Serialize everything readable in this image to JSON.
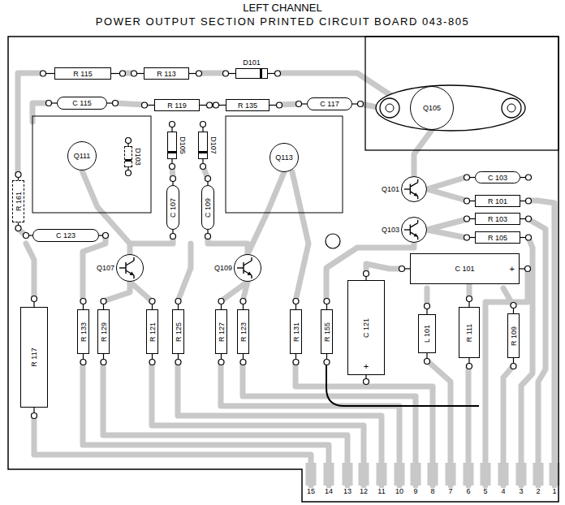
{
  "diagram": {
    "title": "LEFT CHANNEL",
    "nodes": [
      {
        "text": [
          "R 115"
        ]
      },
      {
        "text": [
          "R 113"
        ]
      },
      {
        "text": [
          "D101"
        ]
      },
      {
        "text": [
          "C 115"
        ]
      },
      {
        "text": [
          "R 119"
        ]
      },
      {
        "text": [
          "R 135"
        ]
      },
      {
        "text": [
          "C 117"
        ]
      },
      {
        "text": [
          "Q105"
        ]
      },
      {
        "text": [
          "Q111"
        ]
      },
      {
        "text": [
          "D103"
        ]
      },
      {
        "text": [
          "D105"
        ]
      },
      {
        "text": [
          "D107"
        ]
      },
      {
        "text": [
          "Q113"
        ]
      },
      {
        "text": [
          "Q101"
        ]
      },
      {
        "text": [
          "C 103"
        ]
      },
      {
        "text": [
          "R 101"
        ]
      },
      {
        "text": [
          "R 103"
        ]
      },
      {
        "text": [
          "Q103"
        ]
      },
      {
        "text": [
          "R 105"
        ]
      },
      {
        "text": [
          "R 161"
        ]
      },
      {
        "text": [
          "C 107"
        ]
      },
      {
        "text": [
          "C 109"
        ]
      },
      {
        "text": [
          "C 123"
        ]
      },
      {
        "text": [
          "Q107"
        ]
      },
      {
        "text": [
          "Q109"
        ]
      },
      {
        "text": [
          "C 101",
          "+"
        ]
      },
      {
        "text": [
          "R 117"
        ]
      },
      {
        "text": [
          "R 133"
        ]
      },
      {
        "text": [
          "R 129"
        ]
      },
      {
        "text": [
          "R 121"
        ]
      },
      {
        "text": [
          "R 125"
        ]
      },
      {
        "text": [
          "R 127"
        ]
      },
      {
        "text": [
          "R 123"
        ]
      },
      {
        "text": [
          "R 131"
        ]
      },
      {
        "text": [
          "R 155"
        ]
      },
      {
        "text": [
          "C 121",
          "+"
        ]
      },
      {
        "text": [
          "L 101"
        ]
      },
      {
        "text": [
          "R 111"
        ]
      },
      {
        "text": [
          "R 109"
        ]
      }
    ],
    "labels": [
      "POWER OUTPUT SECTION PRINTED CIRCUIT BOARD 043-805",
      "15",
      "14",
      "13",
      "12",
      "11",
      "10",
      "9",
      "8",
      "7",
      "6",
      "5",
      "4",
      "3",
      "2",
      "1"
    ]
  }
}
